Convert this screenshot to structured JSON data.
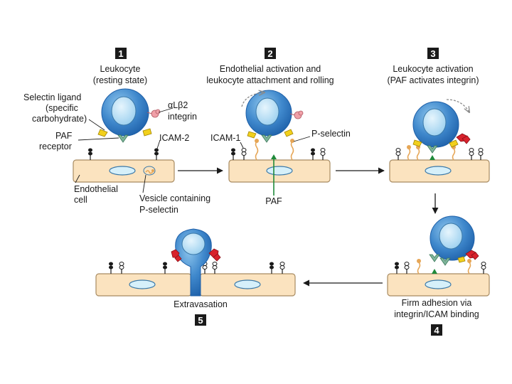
{
  "colors": {
    "cell_fill": "#fbe3bf",
    "cell_stroke": "#a88b62",
    "nucleus_fill": "#d6f0fa",
    "nucleus_stroke": "#3a78a8",
    "leukocyte_fill": "#4a90d0",
    "leukocyte_dark": "#1d5fa8",
    "leukocyte_nucleus": "#aed8f3",
    "selectin_ligand": "#f2d01c",
    "paf_receptor": "#7fb59b",
    "integrin_inactive": "#f0a0a8",
    "integrin_active": "#d8222c",
    "p_selectin": "#e6a656",
    "paf": "#1f8a3a",
    "icam": "#1a1a1a",
    "arrow": "#1a1a1a",
    "badge": "#1a1a1a"
  },
  "steps": [
    {
      "number": "1",
      "title_lines": [
        "Leukocyte",
        "(resting state)"
      ]
    },
    {
      "number": "2",
      "title_lines": [
        "Endothelial activation and",
        "leukocyte attachment and rolling"
      ]
    },
    {
      "number": "3",
      "title_lines": [
        "Leukocyte activation",
        "(PAF activates integrin)"
      ]
    },
    {
      "number": "4",
      "title_lines": [
        "Firm adhesion via",
        "integrin/ICAM binding"
      ]
    },
    {
      "number": "5",
      "title_lines": [
        "Extravasation"
      ]
    }
  ],
  "labels": {
    "selectin_ligand": [
      "Selectin ligand",
      "(specific",
      "carbohydrate)"
    ],
    "integrin": [
      "αLβ2",
      "integrin"
    ],
    "paf_receptor": [
      "PAF",
      "receptor"
    ],
    "icam2": "ICAM-2",
    "icam1": "ICAM-1",
    "p_selectin": "P-selectin",
    "endothelial_cell": [
      "Endothelial",
      "cell"
    ],
    "vesicle": [
      "Vesicle containing",
      "P-selectin"
    ],
    "paf": "PAF"
  }
}
